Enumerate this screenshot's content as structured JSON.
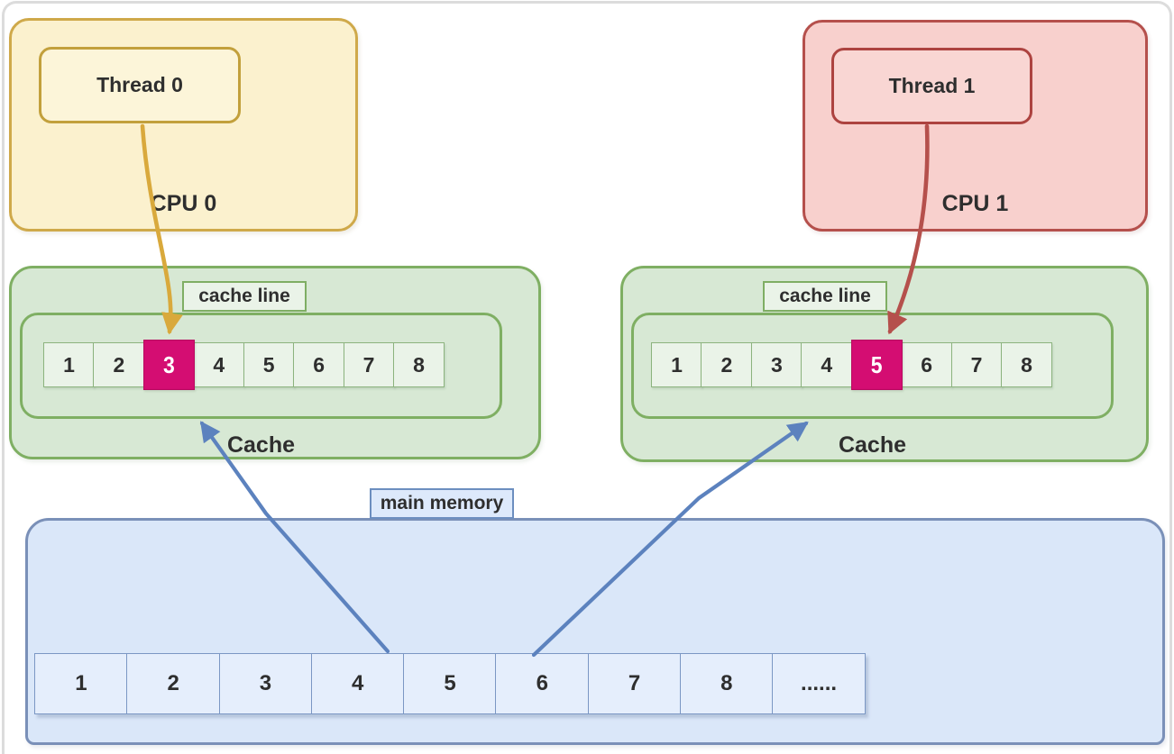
{
  "diagram_title": "false-sharing-cache-diagram",
  "cpu0": {
    "label": "CPU 0",
    "thread_label": "Thread 0"
  },
  "cpu1": {
    "label": "CPU 1",
    "thread_label": "Thread 1"
  },
  "cache_left": {
    "cache_label": "Cache",
    "cache_line_label": "cache line",
    "cells": [
      "1",
      "2",
      "3",
      "4",
      "5",
      "6",
      "7",
      "8"
    ],
    "highlight_index": 2,
    "highlighted_value": "3"
  },
  "cache_right": {
    "cache_label": "Cache",
    "cache_line_label": "cache line",
    "cells": [
      "1",
      "2",
      "3",
      "4",
      "5",
      "6",
      "7",
      "8"
    ],
    "highlight_index": 4,
    "highlighted_value": "5"
  },
  "memory": {
    "label": "main memory",
    "cells": [
      "1",
      "2",
      "3",
      "4",
      "5",
      "6",
      "7",
      "8",
      "......"
    ]
  },
  "colors": {
    "cpu0_fill": "#fbf1ce",
    "cpu0_border": "#cfa94a",
    "cpu1_fill": "#f8d0cd",
    "cpu1_border": "#b5504c",
    "cache_fill": "#d7e8d4",
    "cache_border": "#7faf63",
    "memory_fill": "#dae7f9",
    "memory_border": "#6c8ebf",
    "highlight": "#d40d72",
    "arrow_yellow": "#d9a93c",
    "arrow_red": "#b5504c",
    "arrow_blue": "#5c82be"
  }
}
